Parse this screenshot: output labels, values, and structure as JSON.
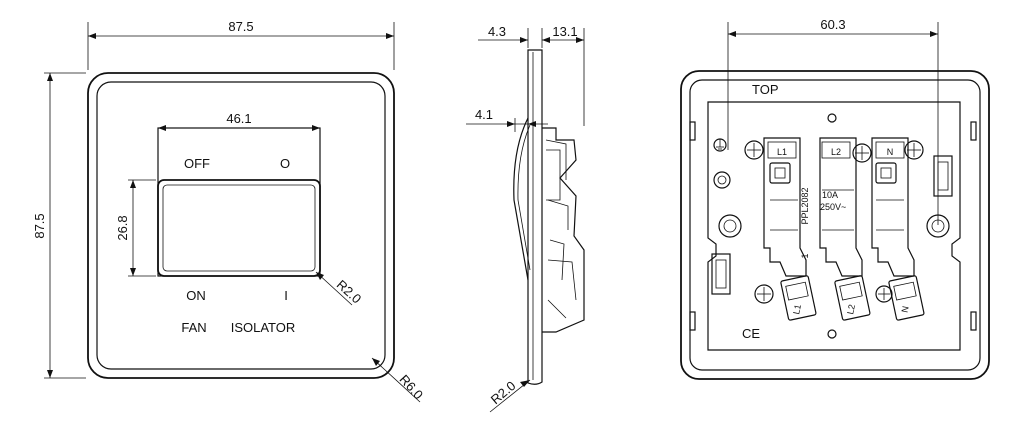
{
  "front_view": {
    "width_dim": "87.5",
    "height_dim": "87.5",
    "rocker_width_dim": "46.1",
    "rocker_height_dim": "26.8",
    "rocker_radius_dim": "R2.0",
    "plate_radius_dim": "R6.0",
    "off_label": "OFF",
    "o_symbol": "O",
    "on_label": "ON",
    "i_symbol": "I",
    "fan_label": "FAN",
    "isolator_label": "ISOLATOR"
  },
  "side_view": {
    "plate_thickness_dim": "4.3",
    "depth_dim": "13.1",
    "step_dim": "4.1",
    "edge_radius_dim": "R2.0"
  },
  "rear_view": {
    "center_dim": "60.3",
    "top_label": "TOP",
    "terminal_l1": "L1",
    "terminal_l2": "L2",
    "terminal_n": "N",
    "part_code": "PPL2082",
    "rating_current": "10A",
    "rating_voltage": "250V~",
    "pin_mark": "1",
    "ce_mark": "CE"
  }
}
